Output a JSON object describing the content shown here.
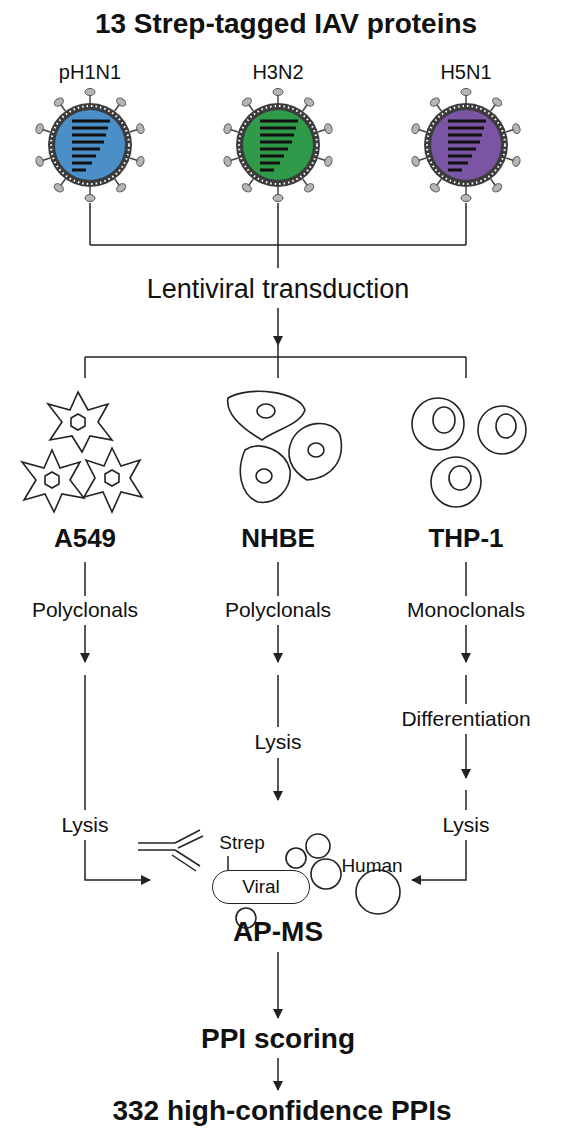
{
  "diagram": {
    "title": "13 Strep-tagged IAV proteins",
    "nodes": [
      {
        "text": [
          "Viral"
        ]
      }
    ],
    "labels": [
      "pH1N1",
      "H3N2",
      "H5N1",
      "Lentiviral transduction",
      "A549",
      "NHBE",
      "THP-1",
      "Polyclonals",
      "Polyclonals",
      "Monoclonals",
      "Differentiation",
      "Lysis",
      "Lysis",
      "Lysis",
      "Strep",
      "Human",
      "AP-MS",
      "PPI scoring",
      "332 high-confidence PPIs"
    ]
  }
}
